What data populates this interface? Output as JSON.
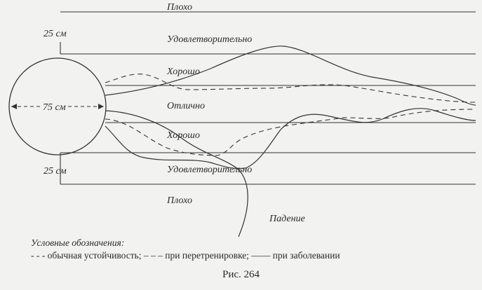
{
  "zones": {
    "bad_top": "Плохо",
    "fair_top": "Удовлетворительно",
    "good_top": "Хорошо",
    "excellent": "Отлично",
    "good_bottom": "Хорошо",
    "fair_bottom": "Удовлетворительно",
    "bad_bottom": "Плохо"
  },
  "dimensions": {
    "top_width": "25 см",
    "circle_diameter": "75 см",
    "bottom_width": "25 см"
  },
  "fall_label": "Падение",
  "legend": {
    "title": "Условные обозначения:",
    "normal_marker": "- - -",
    "normal": "обычная устойчивость;",
    "overtrain_marker": "– – –",
    "overtrain": "при перетренировке;",
    "illness_marker": "——",
    "illness": "при заболевании"
  },
  "caption": "Рис. 264"
}
